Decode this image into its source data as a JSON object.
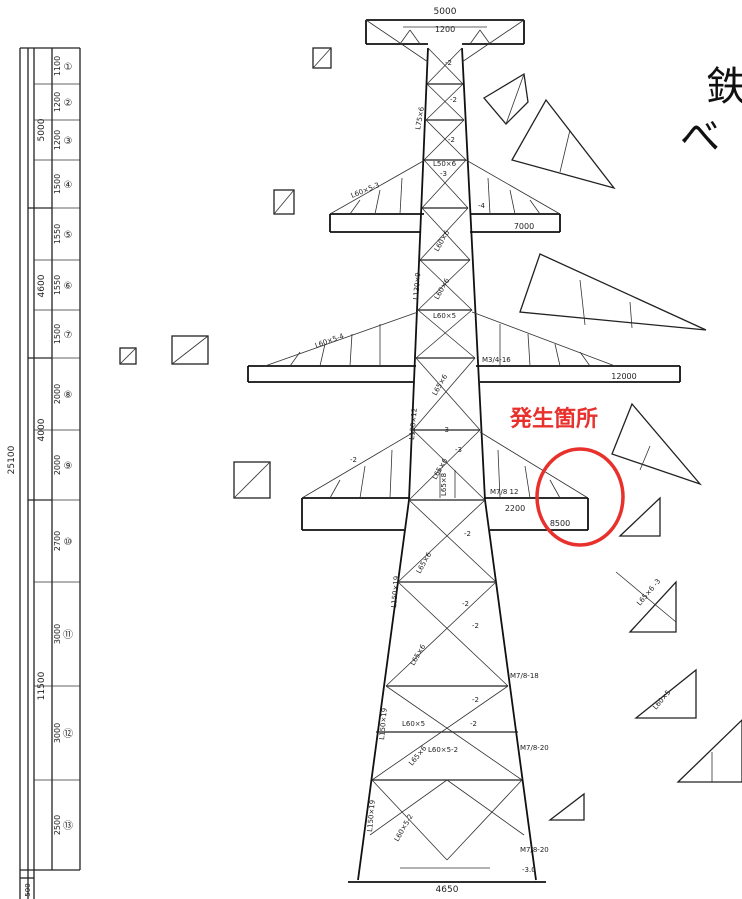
{
  "left_scale": {
    "total": "25100",
    "sections": [
      "5000",
      "4600",
      "4000",
      "11500",
      "500"
    ],
    "panels": [
      "1100",
      "1200",
      "1200",
      "1500",
      "1550",
      "1550",
      "1500",
      "2000",
      "2000",
      "2700",
      "3000",
      "3000",
      "2500"
    ],
    "panel_numbers": [
      "①",
      "②",
      "③",
      "④",
      "⑤",
      "⑥",
      "⑦",
      "⑧",
      "⑨",
      "⑩",
      "⑪",
      "⑫",
      "⑬"
    ]
  },
  "arm_dims": {
    "top_width": "5000",
    "top_inner": "1200",
    "arm2": "7000",
    "arm3": "12000",
    "arm4_inner": "2200",
    "arm4_outer": "8500",
    "base": "4650"
  },
  "member_labels": [
    "L75×6",
    "L50×6",
    "-3",
    "-2",
    "-4",
    "L60×5-3",
    "L130×9",
    "L60×6",
    "L60×5",
    "L60×5-4",
    "L150×12",
    "M3/4-16",
    "L65×6",
    "L65×8",
    "M7/8 12",
    "L150×19",
    "L55×6",
    "L60×5-2",
    "M7/8-18",
    "M7/8-20",
    "-3.0",
    "L65×6 -3",
    "L60×5",
    "L90×6"
  ],
  "annotation": {
    "text": "発生箇所",
    "color": "#e8302c"
  },
  "side_text": {
    "line1": "鉄",
    "line2": "べ"
  }
}
